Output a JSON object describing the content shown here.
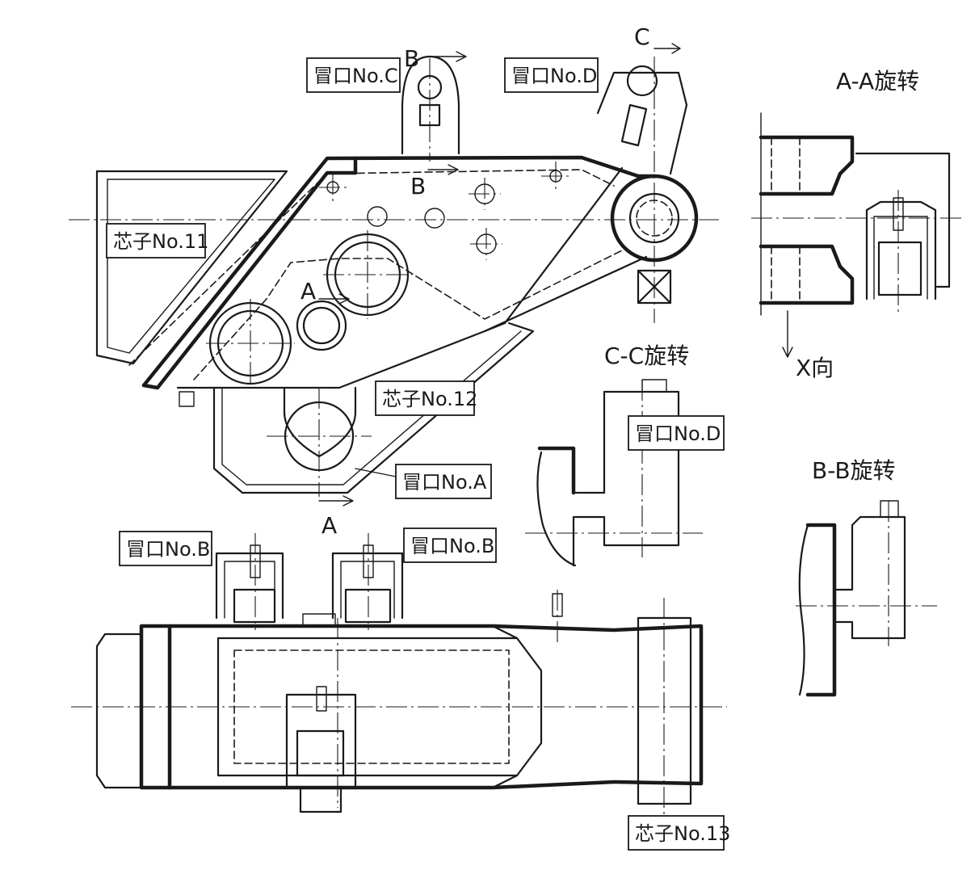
{
  "labels": {
    "riser_c": "冒口No.C",
    "riser_d_top": "冒口No.D",
    "riser_d_section": "冒口No.D",
    "riser_a": "冒口No.A",
    "riser_b_left": "冒口No.B",
    "riser_b_right": "冒口No.B",
    "core_11": "芯子No.11",
    "core_12": "芯子No.12",
    "core_13": "芯子No.13"
  },
  "section_titles": {
    "aa": "A-A旋转",
    "cc": "C-C旋转",
    "bb": "B-B旋转"
  },
  "section_marks": {
    "a_low": "A",
    "a_mid": "A",
    "b_top": "B",
    "b_mid": "B",
    "c_top": "C"
  },
  "view_direction": "X向"
}
